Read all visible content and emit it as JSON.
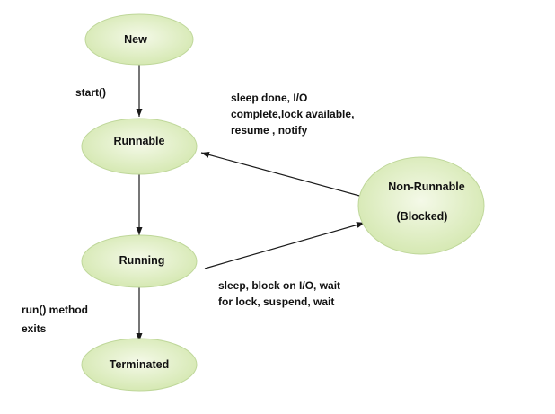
{
  "diagram": {
    "colors": {
      "node_fill_center": "#f4f9e8",
      "node_fill_edge": "#d3e7ae",
      "node_stroke": "#bfd79a",
      "arrow": "#1a1a1a",
      "text": "#111111"
    },
    "states": {
      "new": "New",
      "runnable": "Runnable",
      "running": "Running",
      "terminated": "Terminated",
      "non_runnable_line1": "Non-Runnable",
      "non_runnable_line2": "(Blocked)"
    },
    "transitions": {
      "start": "start()",
      "resume_line1": "sleep done, I/O",
      "resume_line2": "complete,lock available,",
      "resume_line3": "resume , notify",
      "block_line1": "sleep, block on I/O, wait",
      "block_line2": "for lock, suspend,  wait",
      "exit_line1": "run() method",
      "exit_line2": "exits"
    }
  }
}
